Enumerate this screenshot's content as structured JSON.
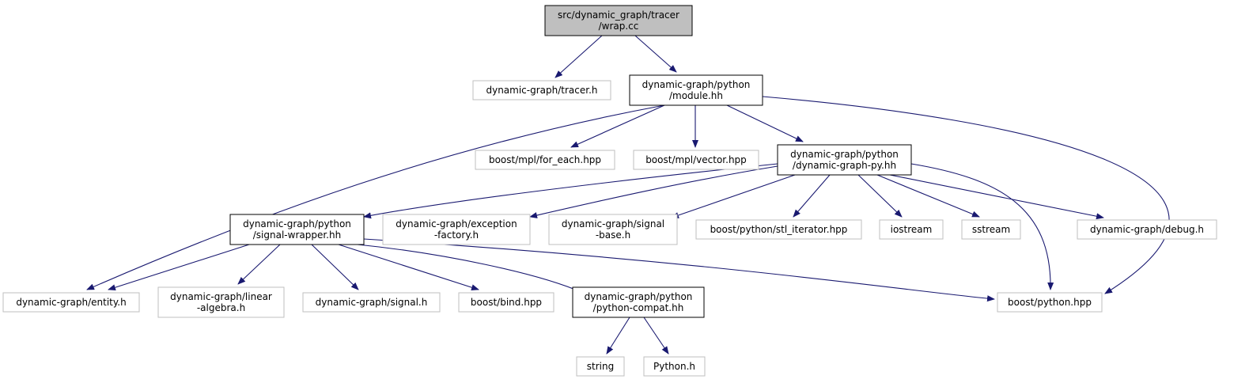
{
  "graph": {
    "colors": {
      "edge": "#191970",
      "node_border_primary": "#000000",
      "node_border_secondary": "#bfbfbf",
      "root_fill": "#bfbfbf",
      "node_fill": "#ffffff"
    },
    "nodes": [
      {
        "id": "wrap",
        "kind": "root",
        "lines": [
          "src/dynamic_graph/tracer",
          "/wrap.cc"
        ]
      },
      {
        "id": "tracer_h",
        "kind": "external",
        "lines": [
          "dynamic-graph/tracer.h"
        ]
      },
      {
        "id": "module",
        "kind": "documented",
        "lines": [
          "dynamic-graph/python",
          "/module.hh"
        ]
      },
      {
        "id": "for_each",
        "kind": "external",
        "lines": [
          "boost/mpl/for_each.hpp"
        ]
      },
      {
        "id": "mpl_vector",
        "kind": "external",
        "lines": [
          "boost/mpl/vector.hpp"
        ]
      },
      {
        "id": "dgpy",
        "kind": "documented",
        "lines": [
          "dynamic-graph/python",
          "/dynamic-graph-py.hh"
        ]
      },
      {
        "id": "sigwrap",
        "kind": "documented",
        "lines": [
          "dynamic-graph/python",
          "/signal-wrapper.hh"
        ]
      },
      {
        "id": "exc_factory",
        "kind": "external",
        "lines": [
          "dynamic-graph/exception",
          "-factory.h"
        ]
      },
      {
        "id": "sigbase",
        "kind": "external",
        "lines": [
          "dynamic-graph/signal",
          "-base.h"
        ]
      },
      {
        "id": "stl_iter",
        "kind": "external",
        "lines": [
          "boost/python/stl_iterator.hpp"
        ]
      },
      {
        "id": "iostream",
        "kind": "external",
        "lines": [
          "iostream"
        ]
      },
      {
        "id": "sstream",
        "kind": "external",
        "lines": [
          "sstream"
        ]
      },
      {
        "id": "debug",
        "kind": "external",
        "lines": [
          "dynamic-graph/debug.h"
        ]
      },
      {
        "id": "entity",
        "kind": "external",
        "lines": [
          "dynamic-graph/entity.h"
        ]
      },
      {
        "id": "linalg",
        "kind": "external",
        "lines": [
          "dynamic-graph/linear",
          "-algebra.h"
        ]
      },
      {
        "id": "signal_h",
        "kind": "external",
        "lines": [
          "dynamic-graph/signal.h"
        ]
      },
      {
        "id": "bind",
        "kind": "external",
        "lines": [
          "boost/bind.hpp"
        ]
      },
      {
        "id": "pycompat",
        "kind": "documented",
        "lines": [
          "dynamic-graph/python",
          "/python-compat.hh"
        ]
      },
      {
        "id": "boost_python",
        "kind": "external",
        "lines": [
          "boost/python.hpp"
        ]
      },
      {
        "id": "string",
        "kind": "external",
        "lines": [
          "string"
        ]
      },
      {
        "id": "python_h",
        "kind": "external",
        "lines": [
          "Python.h"
        ]
      }
    ],
    "edges": [
      {
        "from": "wrap",
        "to": "tracer_h"
      },
      {
        "from": "wrap",
        "to": "module"
      },
      {
        "from": "module",
        "to": "entity"
      },
      {
        "from": "module",
        "to": "for_each"
      },
      {
        "from": "module",
        "to": "mpl_vector"
      },
      {
        "from": "module",
        "to": "dgpy"
      },
      {
        "from": "module",
        "to": "boost_python"
      },
      {
        "from": "dgpy",
        "to": "sigwrap"
      },
      {
        "from": "dgpy",
        "to": "exc_factory"
      },
      {
        "from": "dgpy",
        "to": "sigbase"
      },
      {
        "from": "dgpy",
        "to": "stl_iter"
      },
      {
        "from": "dgpy",
        "to": "iostream"
      },
      {
        "from": "dgpy",
        "to": "sstream"
      },
      {
        "from": "dgpy",
        "to": "debug"
      },
      {
        "from": "dgpy",
        "to": "boost_python"
      },
      {
        "from": "sigwrap",
        "to": "entity"
      },
      {
        "from": "sigwrap",
        "to": "linalg"
      },
      {
        "from": "sigwrap",
        "to": "signal_h"
      },
      {
        "from": "sigwrap",
        "to": "bind"
      },
      {
        "from": "sigwrap",
        "to": "pycompat"
      },
      {
        "from": "sigwrap",
        "to": "boost_python"
      },
      {
        "from": "pycompat",
        "to": "string"
      },
      {
        "from": "pycompat",
        "to": "python_h"
      }
    ]
  }
}
